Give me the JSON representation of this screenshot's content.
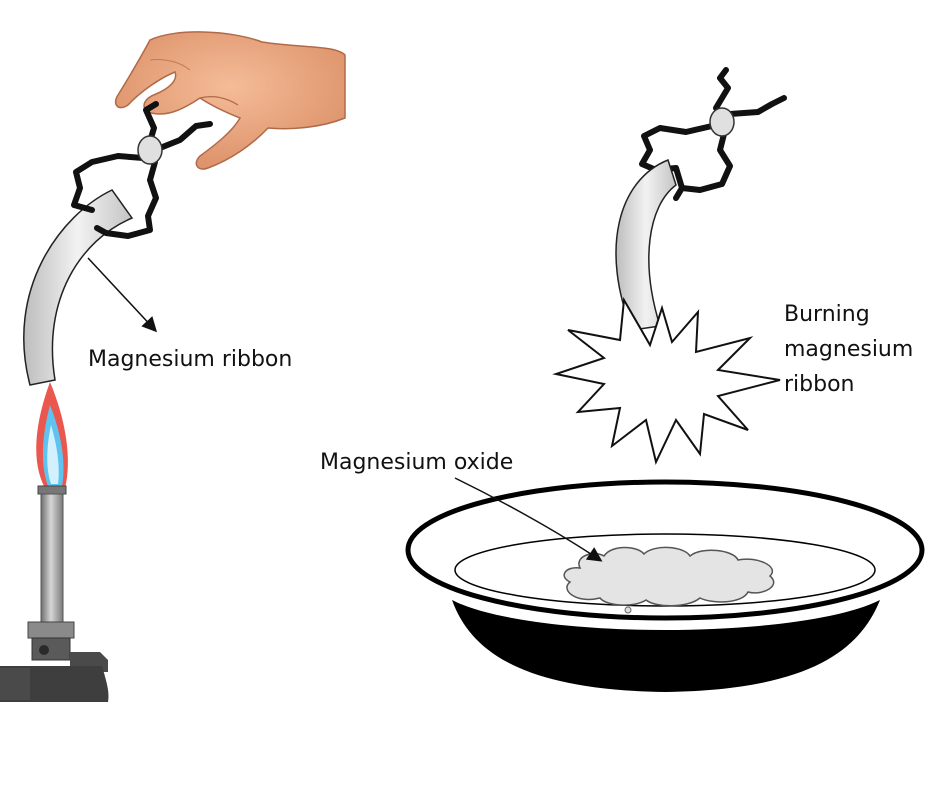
{
  "labels": {
    "magnesium_ribbon": "Magnesium ribbon",
    "burning_line1": "Burning",
    "burning_line2": "magnesium",
    "burning_line3": "ribbon",
    "magnesium_oxide": "Magnesium oxide"
  },
  "colors": {
    "tongs": "#111111",
    "ribbon_fill": "#e2e2e2",
    "flame_outer": "#e8453c",
    "flame_inner": "#5fc3f0",
    "burner_metal": "#9a9a9a",
    "burner_base": "#4a4a4a",
    "dish_base": "#000000",
    "oxide_fill": "#e4e4e4",
    "skin": "#e8a07c"
  },
  "icons": {
    "hand": "hand-icon",
    "tongs": "tongs-icon",
    "burner": "bunsen-burner-icon",
    "flame": "flame-icon",
    "spark": "spark-burst-icon",
    "dish": "evaporating-dish-icon"
  }
}
